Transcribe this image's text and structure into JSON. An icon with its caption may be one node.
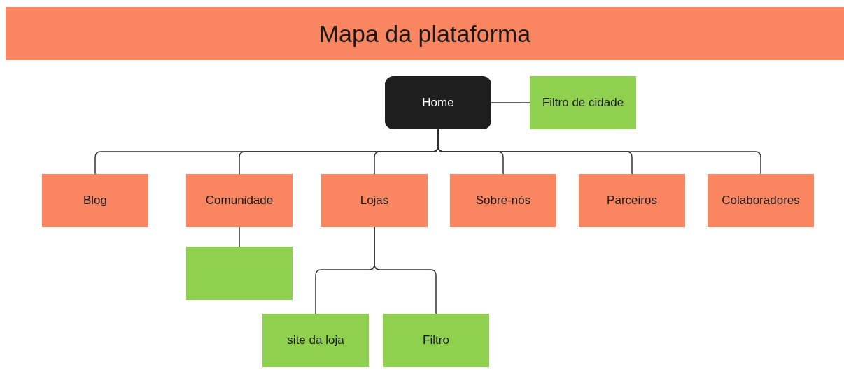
{
  "diagram": {
    "nodes": [
      {
        "text": [
          "Mapa da plataforma"
        ]
      },
      {
        "text": [
          "Home"
        ]
      },
      {
        "text": [
          "Filtro de cidade"
        ]
      },
      {
        "text": [
          "Blog"
        ]
      },
      {
        "text": [
          "Comunidade"
        ]
      },
      {
        "text": [
          "Lojas"
        ]
      },
      {
        "text": [
          "Sobre-nós"
        ]
      },
      {
        "text": [
          "Parceiros"
        ]
      },
      {
        "text": [
          "Colaboradores"
        ]
      },
      {
        "text": [],
        "shape": "box"
      },
      {
        "text": [
          "site da loja"
        ]
      },
      {
        "text": [
          "Filtro"
        ]
      }
    ],
    "edges": [
      {
        "from": 1,
        "to": 2,
        "arrow": "none"
      },
      {
        "from": 1,
        "to": 3,
        "arrow": "none"
      },
      {
        "from": 1,
        "to": 4,
        "arrow": "none"
      },
      {
        "from": 1,
        "to": 5,
        "arrow": "none"
      },
      {
        "from": 1,
        "to": 6,
        "arrow": "none"
      },
      {
        "from": 1,
        "to": 7,
        "arrow": "none"
      },
      {
        "from": 1,
        "to": 8,
        "arrow": "none"
      },
      {
        "from": 4,
        "to": 9,
        "arrow": "none"
      },
      {
        "from": 5,
        "to": 10,
        "arrow": "none"
      },
      {
        "from": 5,
        "to": 11,
        "arrow": "none"
      }
    ]
  }
}
